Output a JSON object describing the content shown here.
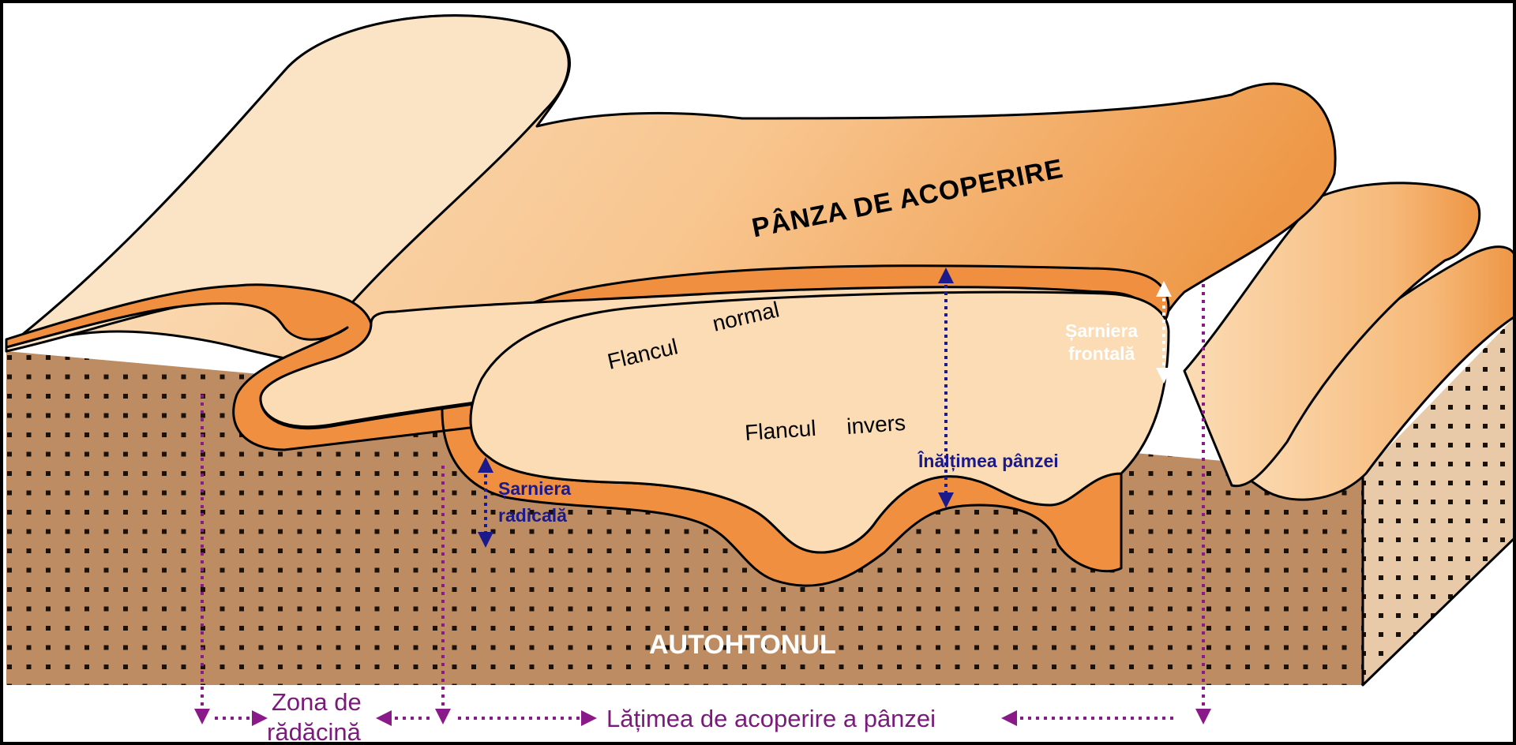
{
  "labels": {
    "nappe": "PÂNZA DE ACOPERIRE",
    "normal_flank_word1": "Flancul",
    "normal_flank_word2": "normal",
    "inverse_flank_word1": "Flancul",
    "inverse_flank_word2": "invers",
    "frontal_hinge_line1": "Șarniera",
    "frontal_hinge_line2": "frontală",
    "radical_hinge_line1": "Șarniera",
    "radical_hinge_line2": "radicală",
    "nappe_height": "Înălțimea pânzei",
    "autochthon": "AUTOHTONUL",
    "root_zone_line1": "Zona de",
    "root_zone_line2": "rădăcină",
    "coverage_width": "Lățimea de acoperire a pânzei"
  },
  "colors": {
    "nappe_light": "#fbdcb5",
    "nappe_dark": "#ef9a45",
    "flank_band": "#ef8f3f",
    "autochthon": "#bd8c63",
    "autochthon_dots": "#1a1208",
    "side_face": "#e8c9a8",
    "blue_arrow": "#1a1a8c",
    "purple_arrow": "#8a1a8a",
    "white_arrow": "#ffffff",
    "frame": "#000000"
  }
}
